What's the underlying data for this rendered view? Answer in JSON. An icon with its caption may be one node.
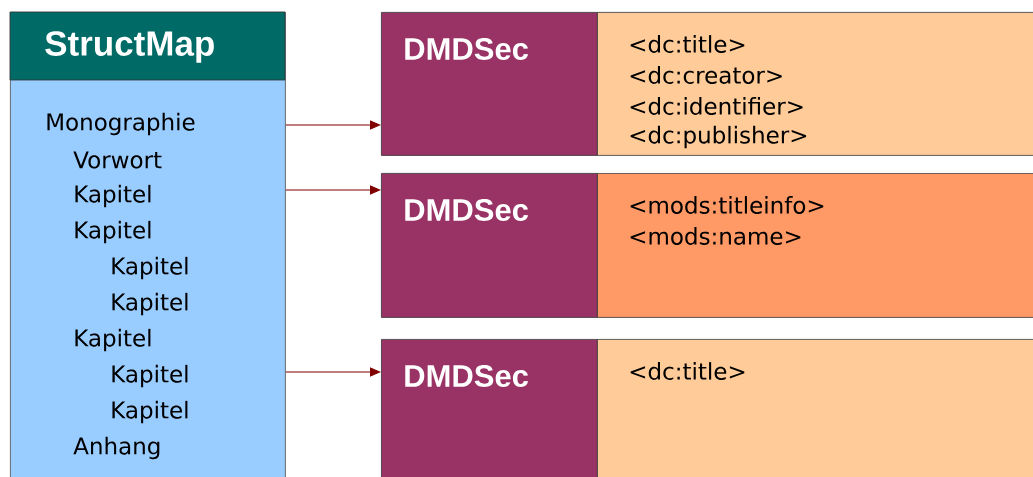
{
  "diagram": {
    "nodes": [
      {
        "text": [
          "StructMap"
        ]
      },
      {
        "text": [
          "Monographie"
        ],
        "in": 0
      },
      {
        "text": [
          "Vorwort"
        ],
        "in": 0
      },
      {
        "text": [
          "Kapitel"
        ],
        "in": 0
      },
      {
        "text": [
          "Kapitel"
        ],
        "in": 0
      },
      {
        "text": [
          "Kapitel"
        ],
        "in": 0
      },
      {
        "text": [
          "Kapitel"
        ],
        "in": 0
      },
      {
        "text": [
          "Kapitel"
        ],
        "in": 0
      },
      {
        "text": [
          "Kapitel"
        ],
        "in": 0
      },
      {
        "text": [
          "Kapitel"
        ],
        "in": 0
      },
      {
        "text": [
          "Anhang"
        ],
        "in": 0
      },
      {
        "text": [
          "DMDSec"
        ]
      },
      {
        "text": [
          "<dc:title>",
          "<dc:creator>",
          "<dc:identifier>",
          "<dc:publisher>"
        ]
      },
      {
        "text": [
          "DMDSec"
        ]
      },
      {
        "text": [
          "<mods:titleinfo>",
          "<mods:name>"
        ]
      },
      {
        "text": [
          "DMDSec"
        ]
      },
      {
        "text": [
          "<dc:title>"
        ]
      }
    ],
    "edges": [
      {
        "from": 0,
        "to": 11,
        "arrow": "to"
      },
      {
        "from": 0,
        "to": 13,
        "arrow": "to"
      },
      {
        "from": 0,
        "to": 15,
        "arrow": "to"
      }
    ]
  }
}
